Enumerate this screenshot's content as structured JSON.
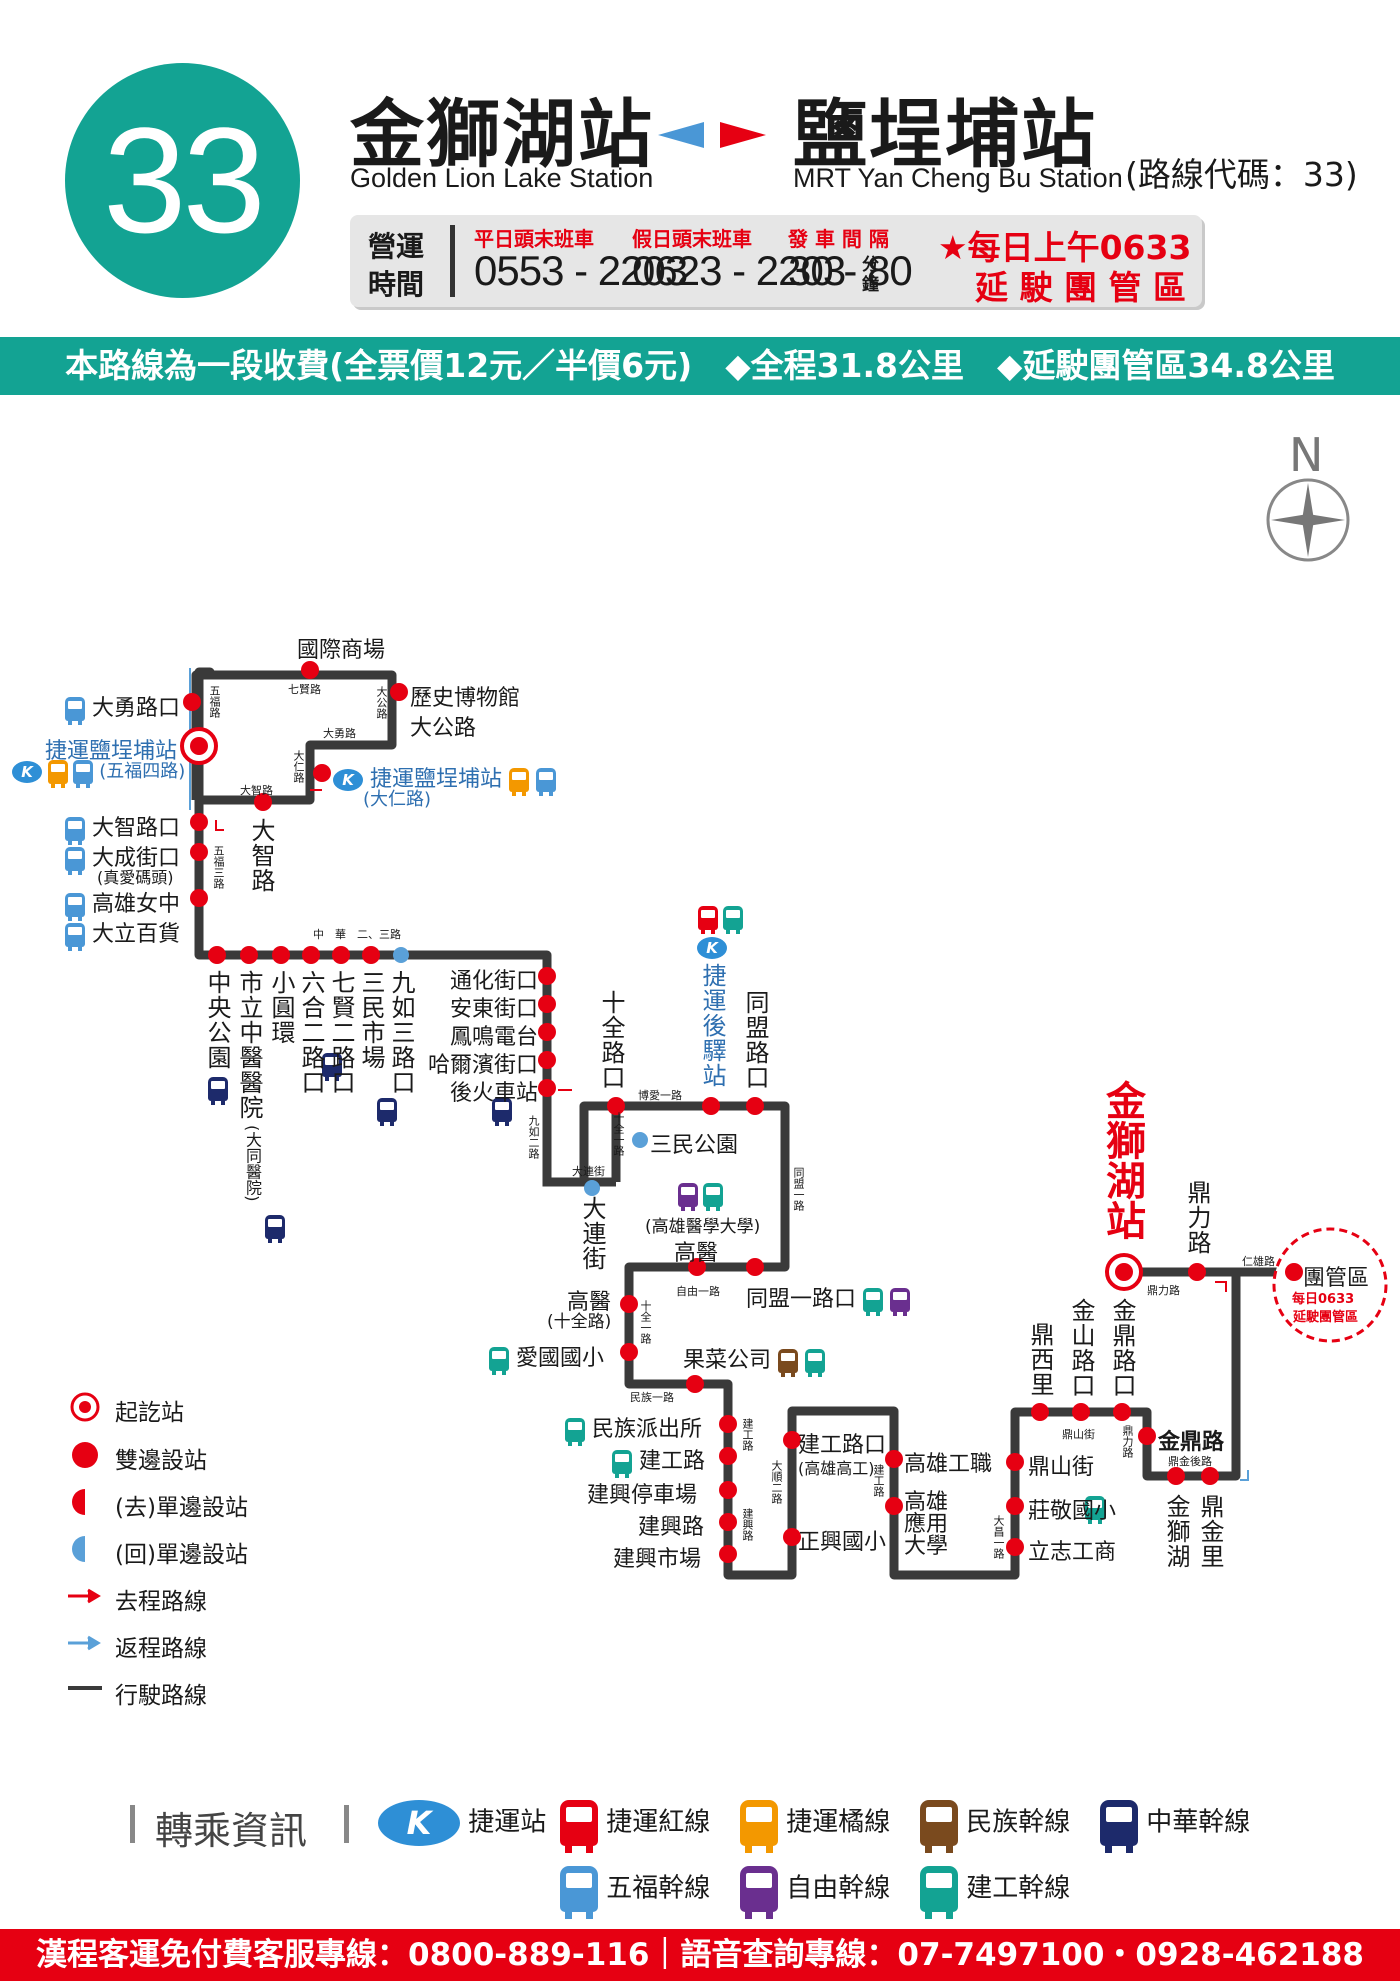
{
  "header": {
    "route_number": "33",
    "origin_zh": "金獅湖站",
    "origin_en": "Golden Lion Lake Station",
    "dest_zh": "鹽埕埔站",
    "dest_en": "MRT Yan Cheng Bu Station",
    "route_code": "(路線代碼：33)"
  },
  "hours": {
    "title1": "營運",
    "title2": "時間",
    "weekday_label": "平日頭末班車",
    "weekday_value": "0553 - 2203",
    "holiday_label": "假日頭末班車",
    "holiday_value": "0623 - 2203",
    "interval_label": "發 車 間 隔",
    "interval_value": "30 - 80",
    "interval_unit1": "分",
    "interval_unit2": "鐘",
    "note1": "★每日上午0633",
    "note2": "延 駛 團 管 區"
  },
  "fare": "本路線為一段收費(全票價12元／半價6元)　◆全程31.8公里　◆延駛團管區34.8公里",
  "compass": "N",
  "stops": {
    "guoji": "國際商場",
    "dayong": "大勇路口",
    "lishi": "歷史博物館",
    "dagong": "大公路",
    "mrt_ycb_wufu": "捷運鹽埕埔站",
    "mrt_ycb_wufu_sub": "(五福四路)",
    "mrt_ycb_daren": "捷運鹽埕埔站",
    "mrt_ycb_daren_sub": "(大仁路)",
    "dazhi_rd": "大智路",
    "dazhi_k": "大智路口",
    "dacheng": "大成街口",
    "dacheng_sub": "(真愛碼頭)",
    "girls_high": "高雄女中",
    "dali": "大立百貨",
    "zhongyang": "中央公園",
    "shili": "市立中醫醫院",
    "shili_sub": "(大同醫院)",
    "xiaoyuan": "小圓環",
    "liuhe": "六合二路口",
    "qixian": "七賢二路口",
    "sanmin_mkt": "三民市場",
    "jiuru": "九如三路口",
    "tonghua": "通化街口",
    "andong": "安東街口",
    "fengming": "鳳鳴電台",
    "harbin": "哈爾濱街口",
    "houhuo": "後火車站",
    "shiquan": "十全路口",
    "mrt_back": "捷運後驛站",
    "tongmeng": "同盟路口",
    "sanmin_park": "三民公園",
    "dalian": "大連街",
    "kmu": "高醫",
    "kmu_sub": "(高雄醫學大學)",
    "kmu2": "高醫",
    "kmu2_sub": "(十全路)",
    "tongmeng1": "同盟一路口",
    "aiguo": "愛國國小",
    "guocai": "果菜公司",
    "minzu_police": "民族派出所",
    "jiangong_rd": "建工路",
    "jianxing_park": "建興停車場",
    "jianxing_rd": "建興路",
    "jianxing_mkt": "建興市場",
    "jiangong_k": "建工路口",
    "jiangong_k_sub": "(高雄高工)",
    "zhengxing": "正興國小",
    "vocational": "高雄工職",
    "kuas": "高雄應用大學",
    "dingshan": "鼎山街",
    "zhuangjing": "莊敬國小",
    "lizhi": "立志工商",
    "dingxi": "鼎西里",
    "jinshan": "金山路口",
    "jinding_k": "金鼎路口",
    "jinding_rd": "金鼎路",
    "jinshihu": "金獅湖",
    "dingjin": "鼎金里",
    "terminal": "金獅湖站",
    "dingli": "鼎力路",
    "tuanguan": "團管區",
    "tuanguan_note1": "每日0633",
    "tuanguan_note2": "延駛團管區"
  },
  "roads": {
    "wufu": "五福路",
    "qixian": "七賢路",
    "dagong": "大公路",
    "dayong": "大勇路",
    "daren": "大仁路",
    "dazhi": "大智路",
    "wufu3": "五福三路",
    "zhonghua": "中　華　二、三路",
    "jiuru2": "九如二路",
    "shiquan1": "十全一路",
    "dalian": "大連街",
    "boai": "博愛一路",
    "tongmeng": "同盟一路",
    "ziyou": "自由一路",
    "shiquan_b": "十全一路",
    "minzu": "民族一路",
    "jiangong": "建工路",
    "jianxing": "建興路",
    "dashun": "大順二路",
    "jiangong_b": "建工路",
    "dachang": "大昌一路",
    "dingshan": "鼎山街",
    "dingli": "鼎力路",
    "jinhou": "鼎金後路",
    "dingli2": "鼎力路",
    "renxiong": "仁雄路"
  },
  "legend": {
    "terminal": "起訖站",
    "both": "雙邊設站",
    "go_one": "(去)單邊設站",
    "back_one": "(回)單邊設站",
    "go_line": "去程路線",
    "back_line": "返程路線",
    "run_line": "行駛路線"
  },
  "transfer": {
    "title": "轉乘資訊",
    "mrt": "捷運站",
    "red": "捷運紅線",
    "orange": "捷運橘線",
    "minzu": "民族幹線",
    "zhonghua": "中華幹線",
    "wufu": "五福幹線",
    "ziyou": "自由幹線",
    "jiangong": "建工幹線"
  },
  "footer": "漢程客運免付費客服專線：0800-889-116｜語音查詢專線：07-7497100・0928-462188",
  "colors": {
    "teal": "#13a393",
    "red": "#e60012",
    "route": "#3a3a3a",
    "blue": "#5aa0d8"
  }
}
